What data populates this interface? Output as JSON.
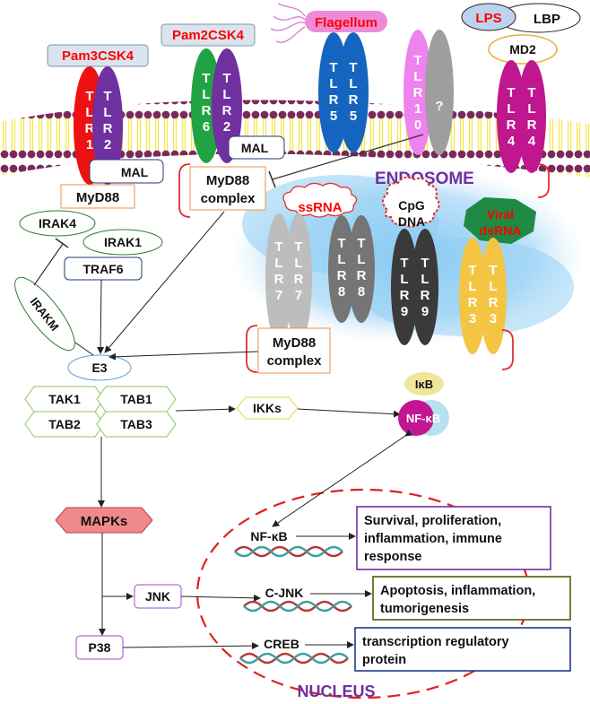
{
  "ligands": {
    "pam3csk4": "Pam3CSK4",
    "pam2csk4": "Pam2CSK4",
    "flagellum": "Flagellum",
    "lps": "LPS",
    "lbp": "LBP",
    "md2": "MD2",
    "ssrna": "ssRNA",
    "cpg_line1": "CpG",
    "cpg_line2": "DNA",
    "viral_line1": "Viral",
    "viral_line2": "dsRNA"
  },
  "receptors": {
    "tlr1": [
      "T",
      "L",
      "R",
      "1"
    ],
    "tlr2": [
      "T",
      "L",
      "R",
      "2"
    ],
    "tlr6": [
      "T",
      "L",
      "R",
      "6"
    ],
    "tlr5": [
      "T",
      "L",
      "R",
      "5"
    ],
    "tlr10": [
      "T",
      "L",
      "R",
      "1",
      "0"
    ],
    "unknown": "?",
    "tlr4": [
      "T",
      "L",
      "R",
      "4"
    ],
    "tlr7": [
      "T",
      "L",
      "R",
      "7"
    ],
    "tlr8": [
      "T",
      "L",
      "R",
      "8"
    ],
    "tlr9": [
      "T",
      "L",
      "R",
      "9"
    ],
    "tlr3": [
      "T",
      "L",
      "R",
      "3"
    ]
  },
  "adaptors": {
    "mal": "MAL",
    "myd88": "MyD88",
    "myd88_complex_line1": "MyD88",
    "myd88_complex_line2": "complex",
    "endosome": "ENDOSOME"
  },
  "signaling": {
    "irak4": "IRAK4",
    "irak1": "IRAK1",
    "traf6": "TRAF6",
    "irakm": "IRAKM",
    "e3": "E3",
    "tak1": "TAK1",
    "tab1": "TAB1",
    "tab2": "TAB2",
    "tab3": "TAB3",
    "ikks": "IKKs",
    "ikb": "IκB",
    "nfkb_complex": "NF-κB",
    "mapks": "MAPKs",
    "jnk": "JNK",
    "p38": "P38"
  },
  "nucleus": {
    "label": "NUCLEUS",
    "nfkb": "NF-κB",
    "cjnk": "C-JNK",
    "creb": "CREB"
  },
  "outcomes": {
    "nfkb_line1": "Survival, proliferation,",
    "nfkb_line2": "inflammation, immune",
    "nfkb_line3": "response",
    "cjnk_line1": "Apoptosis, inflammation,",
    "cjnk_line2": "tumorigenesis",
    "creb_line1": "transcription regulatory",
    "creb_line2": "protein"
  },
  "colors": {
    "tlr1": "#ee1111",
    "tlr2": "#7030a0",
    "tlr6": "#21a344",
    "tlr5": "#1565c0",
    "tlr10": "#ee82ee",
    "unknown": "#9e9e9e",
    "tlr4": "#c0168f",
    "tlr7": "#bdbdbd",
    "tlr8": "#757575",
    "tlr9": "#3a3a3a",
    "tlr3": "#f4c542",
    "ligand_red": "#ff0000",
    "nucleus_label": "#7030a0",
    "membrane_head": "#7a2a5a",
    "membrane_tail": "#f5e64d"
  },
  "icons": {
    "bracket": "red-bracket-icon",
    "dna": "dna-helix-icon"
  }
}
